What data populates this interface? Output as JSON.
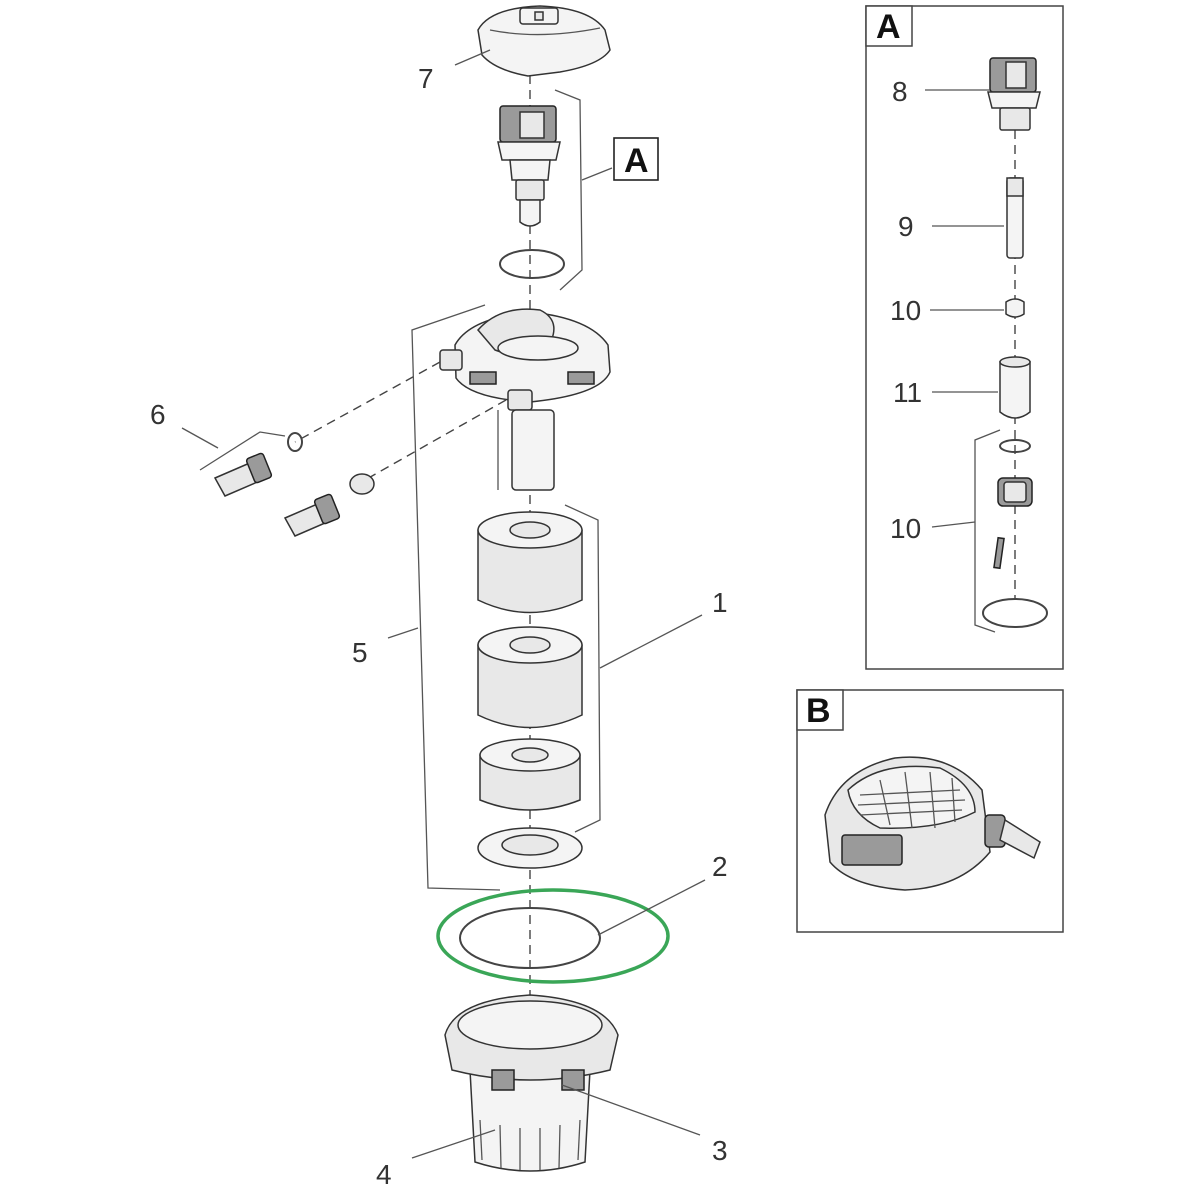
{
  "callouts": {
    "c1": "1",
    "c2": "2",
    "c3": "3",
    "c4": "4",
    "c5": "5",
    "c6": "6",
    "c7": "7",
    "c8": "8",
    "c9": "9",
    "c10a": "10",
    "c11": "11",
    "c10b": "10"
  },
  "inset_marker_main": "A",
  "inset_a_title": "A",
  "inset_b_title": "B",
  "colors": {
    "highlight_ring": "#3aa657",
    "line": "#555555"
  }
}
